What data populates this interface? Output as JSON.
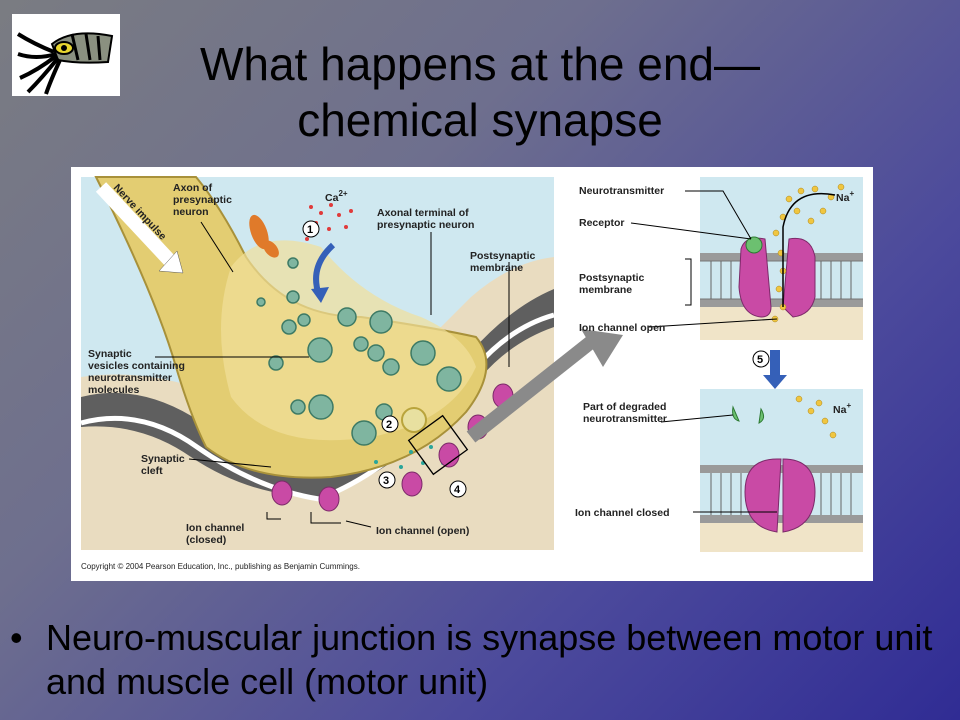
{
  "slide": {
    "title_line1": "What happens at the end—",
    "title_line2": "chemical synapse",
    "bullet_symbol": "•",
    "bullet": "Neuro-muscular junction is synapse between motor unit and muscle cell (motor unit)"
  },
  "logo": {
    "icon": "squid-icon"
  },
  "figure": {
    "labels": {
      "nerve_impulse": "Nerve impulse",
      "axon_1": "Axon of",
      "axon_2": "presynaptic",
      "axon_3": "neuron",
      "ca": "Ca",
      "ca_sup": "2+",
      "terminal_1": "Axonal terminal of",
      "terminal_2": "presynaptic neuron",
      "postsyn_1": "Postsynaptic",
      "postsyn_2": "membrane",
      "vesicles_1": "Synaptic",
      "vesicles_2": "vesicles containing",
      "vesicles_3": "neurotransmitter",
      "vesicles_4": "molecules",
      "cleft_1": "Synaptic",
      "cleft_2": "cleft",
      "ionclosed_1": "Ion channel",
      "ionclosed_2": "(closed)",
      "ionopen": "Ion channel (open)",
      "step1": "1",
      "step2": "2",
      "step3": "3",
      "step4": "4",
      "step5": "5",
      "r_neurotransmitter": "Neurotransmitter",
      "r_receptor": "Receptor",
      "r_postsyn_1": "Postsynaptic",
      "r_postsyn_2": "membrane",
      "r_channel_open": "Ion channel open",
      "r_degraded_1": "Part of degraded",
      "r_degraded_2": "neurotransmitter",
      "r_channel_closed": "Ion channel closed",
      "na": "Na",
      "na_sup": "+",
      "copyright": "Copyright © 2004 Pearson Education, Inc., publishing as Benjamin Cummings."
    }
  }
}
